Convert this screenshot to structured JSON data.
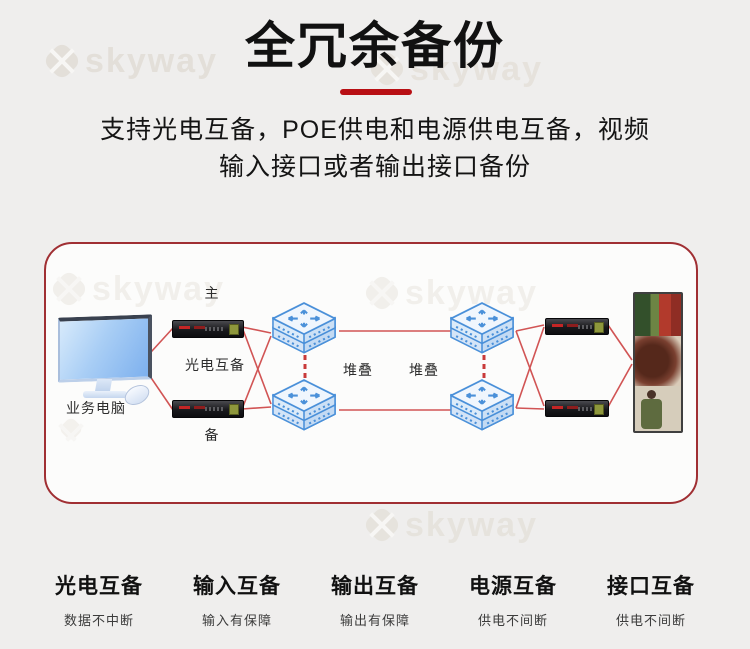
{
  "page": {
    "title": "全冗余备份",
    "subtitle_line1": "支持光电互备，POE供电和电源供电互备，视频",
    "subtitle_line2": "输入接口或者输出接口备份"
  },
  "watermark": {
    "brand": "skyway"
  },
  "diagram": {
    "label_primary": "主",
    "label_backup": "备",
    "label_optical_backup": "光电互备",
    "label_stack_left": "堆叠",
    "label_stack_right": "堆叠",
    "label_pc": "业务电脑"
  },
  "features": [
    {
      "title": "光电互备",
      "subtitle": "数据不中断"
    },
    {
      "title": "输入互备",
      "subtitle": "输入有保障"
    },
    {
      "title": "输出互备",
      "subtitle": "输出有保障"
    },
    {
      "title": "电源互备",
      "subtitle": "供电不间断"
    },
    {
      "title": "接口互备",
      "subtitle": "供电不间断"
    }
  ],
  "colors": {
    "accent_red": "#b80f14",
    "border_red": "#a02f33",
    "line_red": "#d15454",
    "switch_blue": "#4a90d9",
    "page_bg": "#efeeed",
    "panel_bg": "#fcfcfb"
  }
}
